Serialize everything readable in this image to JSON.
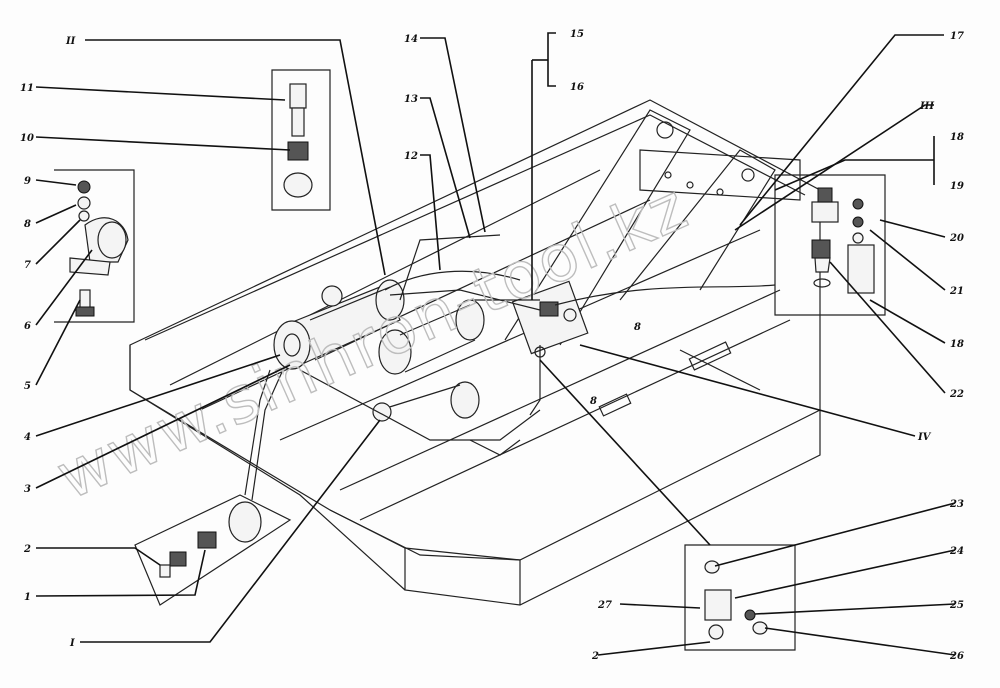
{
  "watermark": "www.sinhron-tool.kz",
  "callouts": {
    "n1": "1",
    "n2": "2",
    "n3": "3",
    "n4": "4",
    "n5": "5",
    "n6": "6",
    "n7": "7",
    "n8": "8",
    "n9": "9",
    "n10": "10",
    "n11": "11",
    "n12": "12",
    "n13": "13",
    "n14": "14",
    "n15": "15",
    "n16": "16",
    "n17": "17",
    "n18": "18",
    "n18b": "18",
    "n19": "19",
    "n20": "20",
    "n21": "21",
    "n22": "22",
    "n23": "23",
    "n24": "24",
    "n25": "25",
    "n26": "26",
    "n27": "27",
    "n2b": "2",
    "rI": "I",
    "rII": "II",
    "rIII": "III",
    "rIV": "IV",
    "frame8a": "8",
    "frame8b": "8"
  }
}
